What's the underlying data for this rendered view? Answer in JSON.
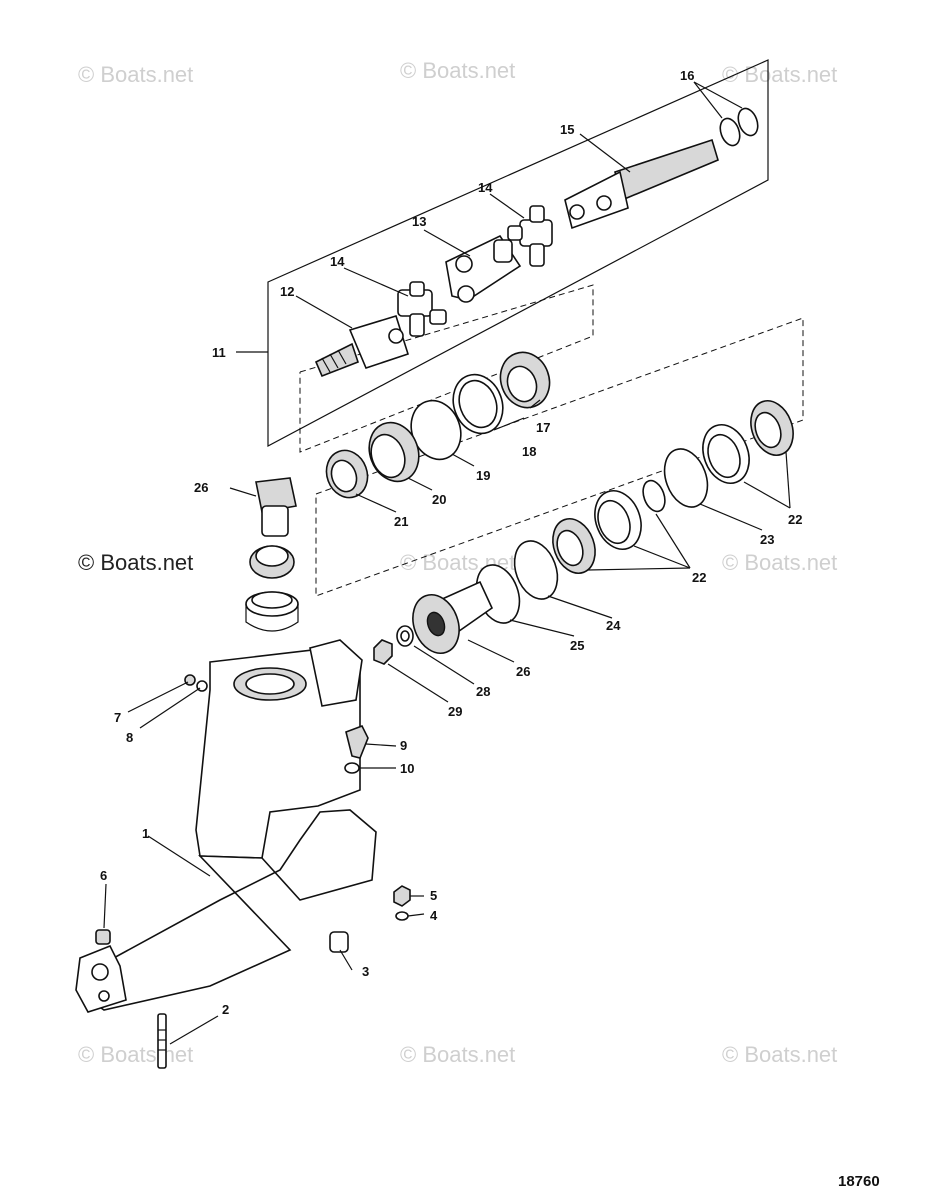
{
  "watermarks": [
    "© Boats.net",
    "© Boats.net",
    "© Boats.net",
    "© Boats.net",
    "© Boats.net",
    "© Boats.net",
    "© Boats.net",
    "© Boats.net",
    "© Boats.net"
  ],
  "callouts": [
    "1",
    "2",
    "3",
    "4",
    "5",
    "6",
    "7",
    "8",
    "9",
    "10",
    "11",
    "12",
    "13",
    "14",
    "14",
    "15",
    "16",
    "17",
    "18",
    "19",
    "20",
    "21",
    "22",
    "22",
    "23",
    "24",
    "25",
    "26",
    "26",
    "28",
    "29"
  ],
  "drawing_number": "18760"
}
